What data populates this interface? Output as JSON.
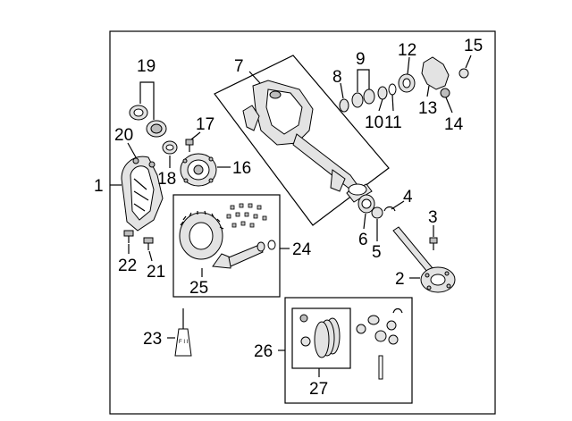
{
  "diagram": {
    "labels": {
      "p1": "1",
      "p2": "2",
      "p3": "3",
      "p4": "4",
      "p5": "5",
      "p6": "6",
      "p7": "7",
      "p8": "8",
      "p9": "9",
      "p10": "10",
      "p11": "11",
      "p12": "12",
      "p13": "13",
      "p14": "14",
      "p15": "15",
      "p16": "16",
      "p17": "17",
      "p18": "18",
      "p19": "19",
      "p20": "20",
      "p21": "21",
      "p22": "22",
      "p23": "23",
      "p24": "24",
      "p25": "25",
      "p26": "26",
      "p27": "27"
    },
    "tube_text": "F I I"
  }
}
